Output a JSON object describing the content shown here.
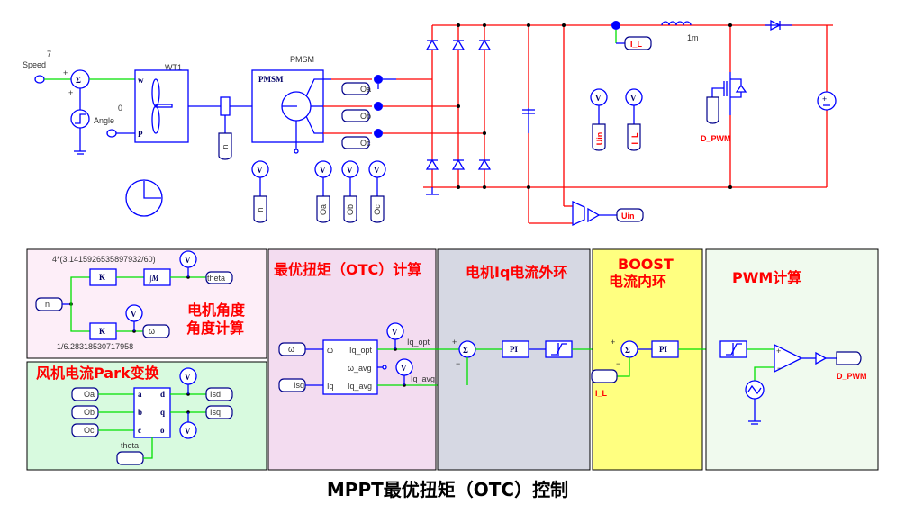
{
  "title": "MPPT最优扭矩（OTC）控制",
  "colors": {
    "wire": "#0000ff",
    "power_wire": "#ff0000",
    "signal_wire": "#00e000",
    "heading": "#ff0000"
  },
  "top_circuit": {
    "speed_label": "Speed",
    "speed_value": "7",
    "angle_label": "Angle",
    "angle_value": "0",
    "turbine_label": "WT1",
    "turbine_port_w": "w",
    "turbine_port_p": "P",
    "shaft_sensor_label": "n",
    "motor_label": "PMSM",
    "motor_inner_label": "PMSM",
    "phase_labels": [
      "Oa",
      "Ob",
      "Oc"
    ],
    "voltmeter_symbol": "V",
    "probe_labels": [
      "n",
      "Oa",
      "Ob",
      "Oc"
    ],
    "current_label": "I_L",
    "inductor_value": "1m",
    "meter_labels": [
      "Uin",
      "I_L"
    ],
    "gate_label": "D_PWM",
    "uin_label": "Uin"
  },
  "panels": {
    "angle": {
      "heading_line1": "电机角度",
      "heading_line2": "角度计算",
      "gain1": "4*(3.1415926535897932/60)",
      "gain2": "1/6.28318530717958",
      "gain_symbol": "K",
      "integrator_symbol": "∫M",
      "input": "n",
      "output_theta": "theta",
      "output_omega": "ω"
    },
    "park": {
      "heading": "风机电流Park变换",
      "inputs": [
        "Oa",
        "Ob",
        "Oc"
      ],
      "ports_in": [
        "a",
        "b",
        "c"
      ],
      "ports_out": [
        "d",
        "q",
        "o"
      ],
      "outputs": [
        "Isd",
        "Isq"
      ],
      "theta_label": "theta"
    },
    "otc": {
      "heading": "最优扭矩（OTC）计算",
      "inputs": [
        "ω",
        "Isq"
      ],
      "ports_in": [
        "ω",
        "Iq"
      ],
      "ports_out": [
        "Iq_opt",
        "ω_avg",
        "Iq_avg"
      ],
      "out_labels": [
        "Iq_opt",
        "Iq_avg"
      ]
    },
    "iq_loop": {
      "heading": "电机Iq电流外环",
      "pi": "PI"
    },
    "boost": {
      "heading_line1": "BOOST",
      "heading_line2": "电流内环",
      "pi": "PI",
      "feedback": "I_L"
    },
    "pwm": {
      "heading": "PWM计算",
      "output": "D_PWM"
    }
  }
}
